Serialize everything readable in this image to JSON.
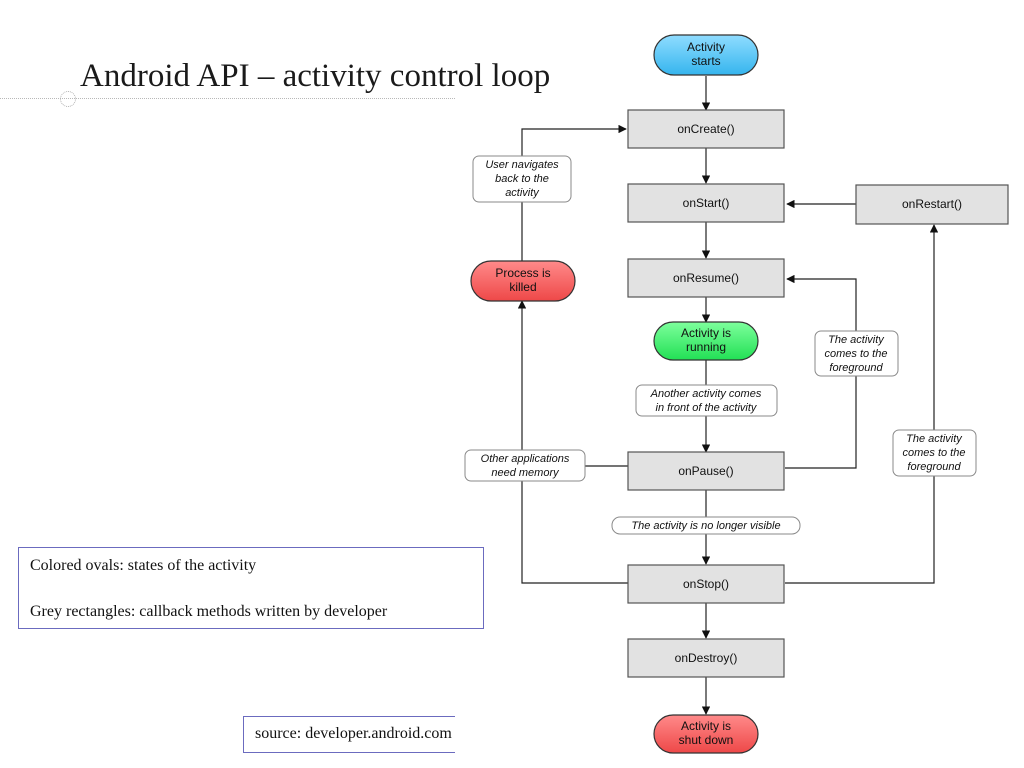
{
  "slide": {
    "title": "Android API – activity control loop",
    "legend": {
      "line1": "Colored ovals: states of the activity",
      "line2": "Grey rectangles: callback methods written by developer"
    },
    "source": "source: developer.android.com"
  },
  "diagram": {
    "states": {
      "start": [
        "Activity",
        "starts"
      ],
      "killed": [
        "Process is",
        "killed"
      ],
      "running": [
        "Activity is",
        "running"
      ],
      "shutdown": [
        "Activity is",
        "shut down"
      ]
    },
    "callbacks": {
      "create": "onCreate()",
      "start": "onStart()",
      "restart": "onRestart()",
      "resume": "onResume()",
      "pause": "onPause()",
      "stop": "onStop()",
      "destroy": "onDestroy()"
    },
    "notes": {
      "navigate_back": [
        "User navigates",
        "back to the",
        "activity"
      ],
      "another_activity": [
        "Another activity comes",
        "in front of the activity"
      ],
      "foreground_resume": [
        "The activity",
        "comes to the",
        "foreground"
      ],
      "foreground_restart": [
        "The activity",
        "comes to the",
        "foreground"
      ],
      "need_memory": [
        "Other applications",
        "need memory"
      ],
      "not_visible": "The activity is no longer visible"
    },
    "colors": {
      "start_state": "#4fc3f7",
      "running_state": "#33ee66",
      "killed_state": "#f25c5c",
      "callback_box": "#e2e2e2"
    }
  }
}
